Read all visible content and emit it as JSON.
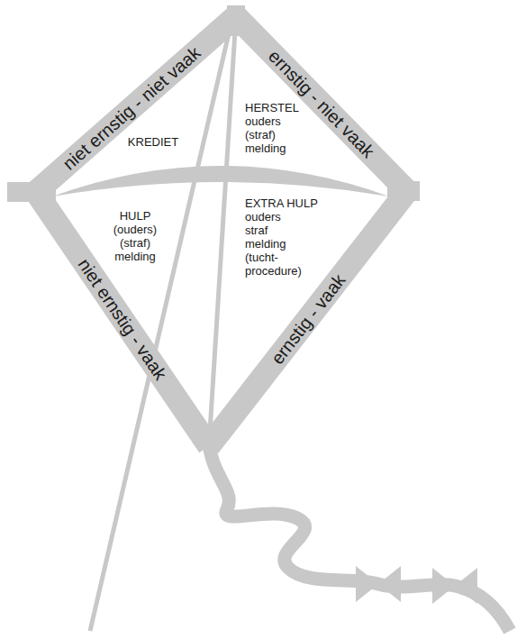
{
  "diagram": {
    "labels": [
      "niet ernstig - niet vaak",
      "ernstig - niet vaak",
      "KREDIET",
      "HERSTEL",
      "ouders (straf) melding",
      "HULP",
      "(ouders) (straf) melding",
      "EXTRA HULP",
      "ouders straf melding (tucht- procedure)",
      "niet ernstig - vaak",
      "ernstig - vaak"
    ]
  }
}
